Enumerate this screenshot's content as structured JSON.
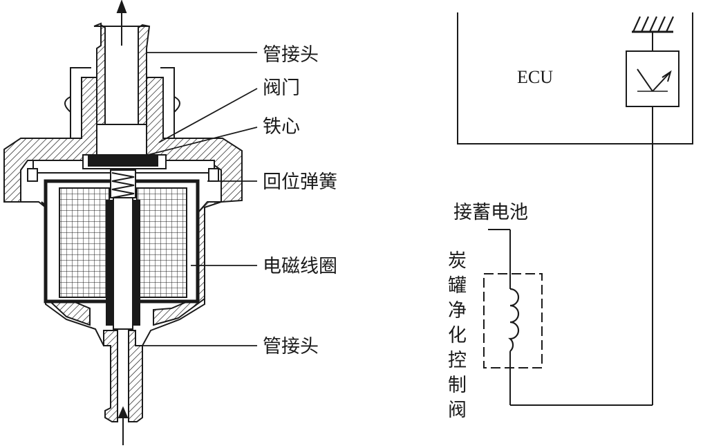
{
  "left_labels": {
    "connector_top": "管接头",
    "valve": "阀门",
    "iron_core": "铁心",
    "return_spring": "回位弹簧",
    "coil": "电磁线圈",
    "connector_bottom": "管接头"
  },
  "right": {
    "ecu_label": "ECU",
    "battery_label": "接蓄电池",
    "valve_vertical_label": "炭罐净化控制阀",
    "valve_vertical_chars": [
      "炭",
      "罐",
      "净",
      "化",
      "控",
      "制",
      "阀"
    ]
  },
  "colors": {
    "line": "#1a1a1a",
    "background": "#ffffff"
  }
}
